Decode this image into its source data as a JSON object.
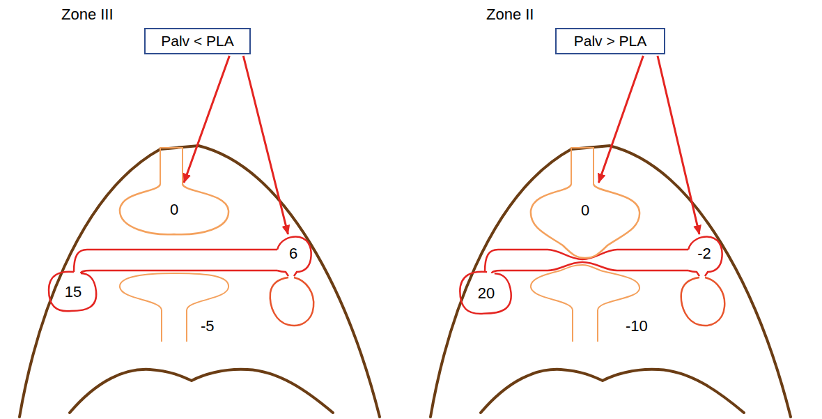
{
  "diagram": {
    "nodes": [
      {
        "text": [
          "Palv < PLA"
        ]
      },
      {
        "text": [
          "0"
        ]
      },
      {
        "text": [
          "6"
        ]
      },
      {
        "text": [
          "15"
        ]
      },
      {
        "text": [
          "Palv > PLA"
        ]
      },
      {
        "text": [
          "0"
        ]
      },
      {
        "text": [
          "-2"
        ]
      },
      {
        "text": [
          "20"
        ]
      }
    ],
    "edges": [
      {
        "from": 0,
        "to": 1,
        "arrow": "to"
      },
      {
        "from": 0,
        "to": 2,
        "arrow": "to"
      },
      {
        "from": 4,
        "to": 5,
        "arrow": "to"
      },
      {
        "from": 4,
        "to": 6,
        "arrow": "to"
      }
    ],
    "labels": [
      "Zone III",
      "Zone II",
      "-5",
      "-10"
    ]
  }
}
